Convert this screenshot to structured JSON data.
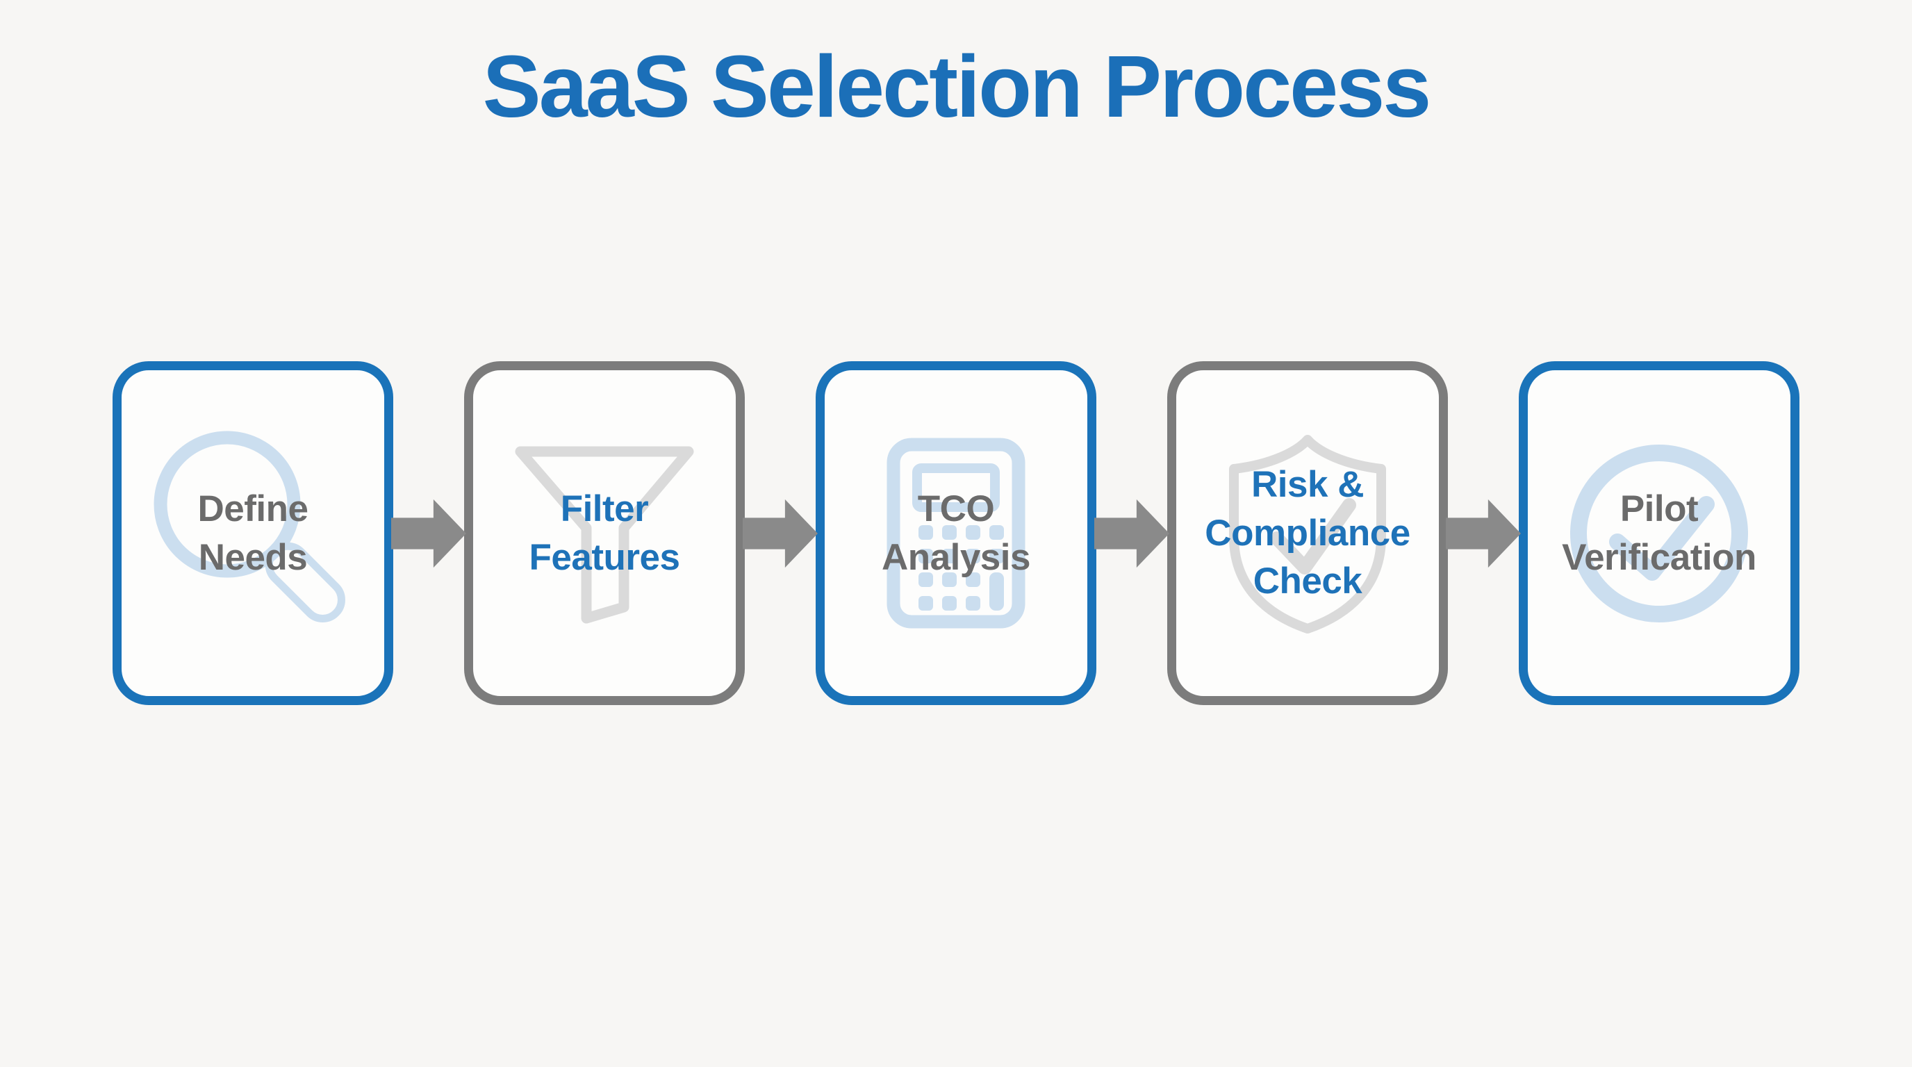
{
  "title": {
    "text": "SaaS Selection Process"
  },
  "steps": [
    {
      "label": "Define\nNeeds",
      "icon": "magnifier-icon",
      "border": "blue",
      "text_color_name": "gray"
    },
    {
      "label": "Filter\nFeatures",
      "icon": "funnel-icon",
      "border": "gray",
      "text_color_name": "blue"
    },
    {
      "label": "TCO\nAnalysis",
      "icon": "calculator-icon",
      "border": "blue",
      "text_color_name": "gray"
    },
    {
      "label": "Risk &\nCompliance\nCheck",
      "icon": "shield-check-icon",
      "border": "gray",
      "text_color_name": "blue"
    },
    {
      "label": "Pilot\nVerification",
      "icon": "circle-check-icon",
      "border": "blue",
      "text_color_name": "gray"
    }
  ],
  "colors": {
    "background": "#f7f6f4",
    "box_fill": "#fdfdfc",
    "title_blue": "#1b6fb8",
    "border_blue": "#1a73b9",
    "border_gray": "#7c7c7c",
    "text_gray": "#6b6b6b",
    "text_blue": "#1e72b8",
    "arrow_gray": "#8a8a8a",
    "icon_light_blue": "#cbdeef",
    "icon_light_gray": "#dadada"
  }
}
